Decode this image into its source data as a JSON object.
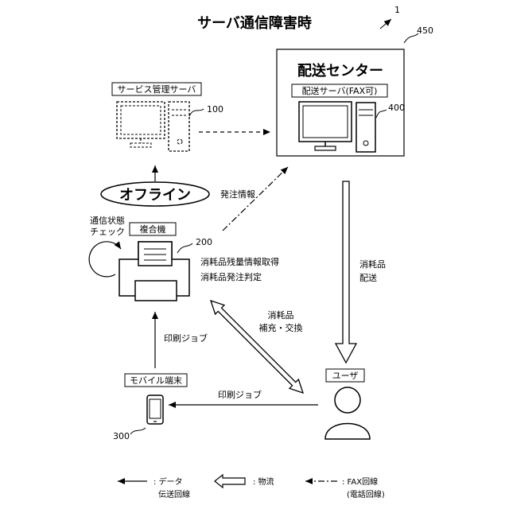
{
  "title": "サーバ通信障害時",
  "figure_ref": "1",
  "refs": {
    "center": "450",
    "center_server": "400",
    "management_server": "100",
    "mfp": "200",
    "mobile": "300"
  },
  "center": {
    "title": "配送センター",
    "server_label": "配送サーバ(FAX可)"
  },
  "management_server_label": "サービス管理サーバ",
  "offline_label": "オフライン",
  "order_info_label": "発注情報",
  "comm_check_label": [
    "通信状態",
    "チェック"
  ],
  "mfp_label": "複合機",
  "mfp_notes": [
    "消耗品残量情報取得",
    "消耗品発注判定"
  ],
  "delivery_label": [
    "消耗品",
    "配送"
  ],
  "replace_label": [
    "消耗品",
    "補充・交換"
  ],
  "print_job_up_label": "印刷ジョブ",
  "print_job_left_label": "印刷ジョブ",
  "mobile_label": "モバイル端末",
  "user_label": "ユーザ",
  "legend": {
    "data_line": [
      ": データ",
      "伝送回線"
    ],
    "goods": ":  物流",
    "fax_line": [
      ": FAX回線",
      "(電話回線)"
    ]
  }
}
